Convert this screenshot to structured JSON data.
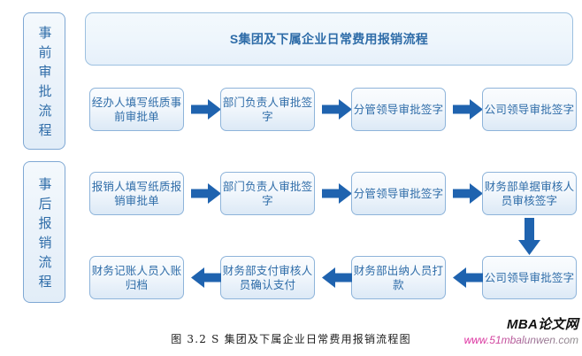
{
  "figure": {
    "title": "S集团及下属企业日常费用报销流程",
    "caption": "图 3.2 S 集团及下属企业日常费用报销流程图"
  },
  "bands": [
    {
      "label": "事前审批流程"
    },
    {
      "label": "事后报销流程"
    }
  ],
  "rows": {
    "pre_approval": [
      {
        "label": "经办人填写纸质事前审批单"
      },
      {
        "label": "部门负责人审批签字"
      },
      {
        "label": "分管领导审批签字"
      },
      {
        "label": "公司领导审批签字"
      }
    ],
    "reimburse_top": [
      {
        "label": "报销人填写纸质报销审批单"
      },
      {
        "label": "部门负责人审批签字"
      },
      {
        "label": "分管领导审批签字"
      },
      {
        "label": "财务部单据审核人员审核签字"
      }
    ],
    "reimburse_bottom": [
      {
        "label": "财务记账人员入账归档"
      },
      {
        "label": "财务部支付审核人员确认支付"
      },
      {
        "label": "财务部出纳人员打款"
      },
      {
        "label": "公司领导审批签字"
      }
    ]
  },
  "watermark": {
    "brand": "MBA论文网",
    "url": "www.51mbalunwen.com"
  },
  "colors": {
    "box_border": "#8EB4DA",
    "box_text": "#2E6CA8",
    "arrow": "#1F63AF",
    "band_border": "#7FA8D4",
    "watermark_pink": "#E0189B"
  }
}
